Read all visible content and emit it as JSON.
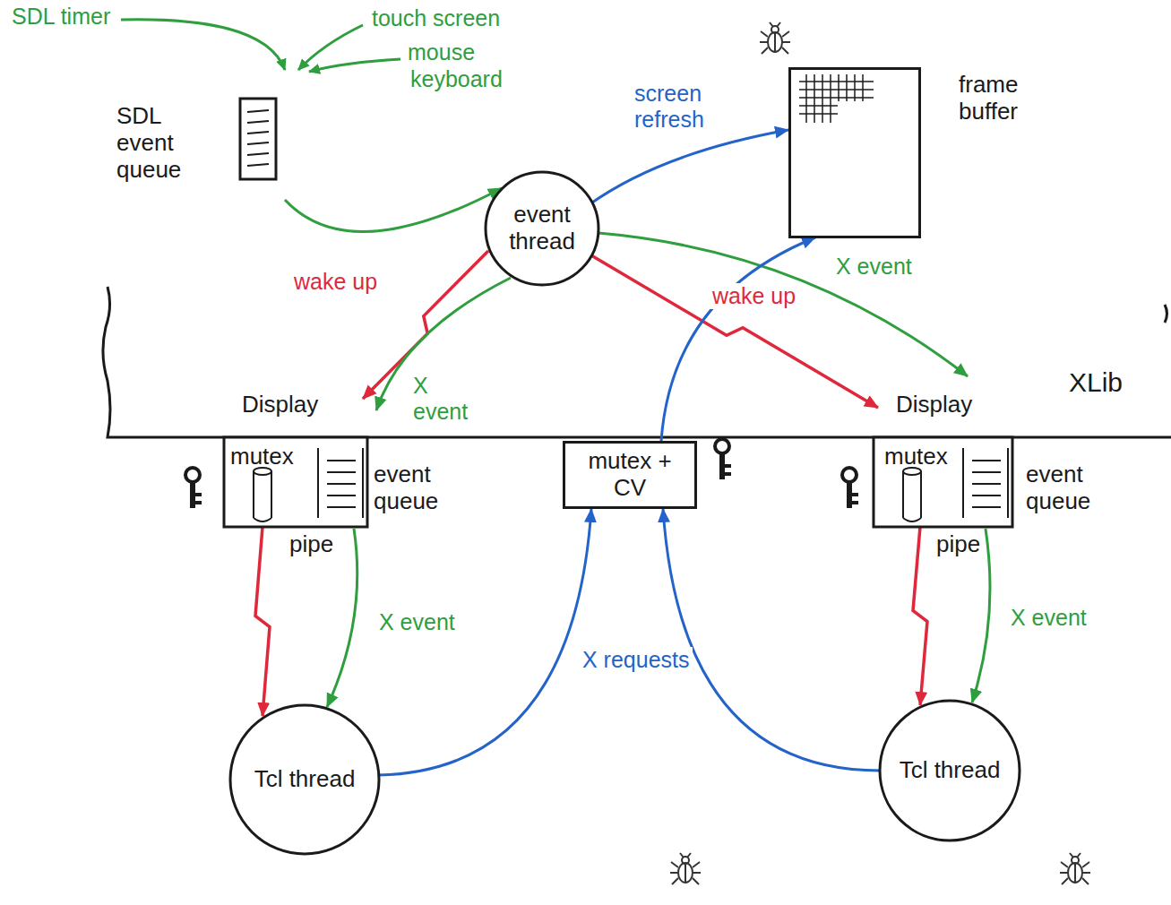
{
  "diagram": {
    "nodes": [
      {
        "text": [
          "SDL event queue"
        ]
      },
      {
        "text": [
          "event thread"
        ]
      },
      {
        "text": [
          "frame buffer"
        ]
      },
      {
        "text": [
          "Display",
          "mutex",
          "event queue",
          "pipe"
        ]
      },
      {
        "text": [
          "mutex + CV"
        ]
      },
      {
        "text": [
          "Display",
          "mutex",
          "event queue",
          "pipe"
        ]
      },
      {
        "text": [
          "Tcl thread"
        ]
      },
      {
        "text": [
          "Tcl thread"
        ]
      }
    ],
    "edges": [
      {
        "from": 0,
        "to": 1,
        "arrow": "to"
      },
      {
        "from": 1,
        "to": 2,
        "label": "screen refresh",
        "arrow": "to"
      },
      {
        "from": 1,
        "to": 3,
        "label": "wake up",
        "arrow": "to"
      },
      {
        "from": 1,
        "to": 3,
        "label": "X event",
        "arrow": "to"
      },
      {
        "from": 1,
        "to": 5,
        "label": "wake up",
        "arrow": "to"
      },
      {
        "from": 1,
        "to": 5,
        "label": "X event",
        "arrow": "to"
      },
      {
        "from": 3,
        "to": 6,
        "arrow": "to"
      },
      {
        "from": 3,
        "to": 6,
        "label": "X event",
        "arrow": "to"
      },
      {
        "from": 5,
        "to": 7,
        "arrow": "to"
      },
      {
        "from": 5,
        "to": 7,
        "label": "X event",
        "arrow": "to"
      },
      {
        "from": 6,
        "to": 4,
        "label": "X requests",
        "arrow": "to"
      },
      {
        "from": 7,
        "to": 4,
        "arrow": "to"
      },
      {
        "from": 4,
        "to": 2,
        "arrow": "to"
      }
    ],
    "labels": [
      "SDL timer",
      "touch screen",
      "mouse",
      "keyboard",
      "XLib"
    ]
  }
}
